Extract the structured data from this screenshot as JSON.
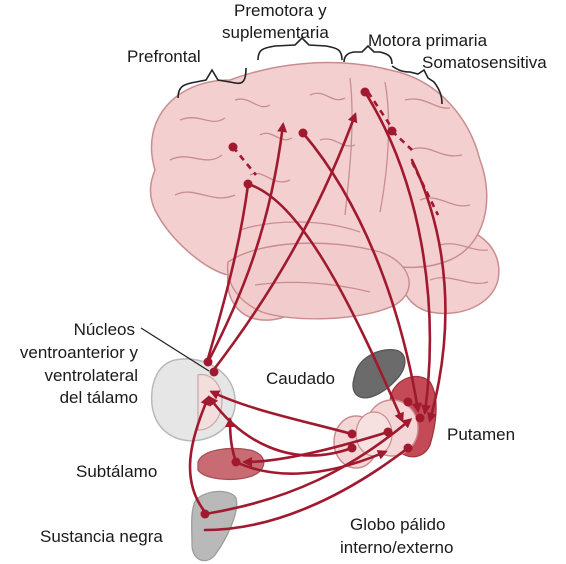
{
  "labels": {
    "prefrontal": "Prefrontal",
    "premotor_line1": "Premotora y",
    "premotor_line2": "suplementaria",
    "motor_primary": "Motora primaria",
    "somatosensory": "Somatosensitiva",
    "nuclei_line1": "Núcleos",
    "nuclei_line2": "ventroanterior y",
    "nuclei_line3": "ventrolateral",
    "nuclei_line4": "del tálamo",
    "caudate": "Caudado",
    "putamen": "Putamen",
    "subthalamus": "Subtálamo",
    "substantia_nigra": "Sustancia negra",
    "globus_line1": "Globo pálido",
    "globus_line2": "interno/externo"
  },
  "colors": {
    "pathway": "#a0192e",
    "brain_fill": "#f3cfcf",
    "brain_stroke": "#c98d90",
    "thalamus_fill": "#e6e6e6",
    "nucleus_gray": "#b9b9b9",
    "caudate_fill": "#6b6b6b",
    "putamen_fill": "#c44a58",
    "globus_fill": "#f4d6d6",
    "subthalamus_fill": "#c96b72",
    "text": "#1a1a1a"
  }
}
